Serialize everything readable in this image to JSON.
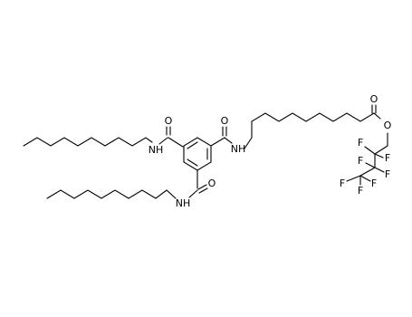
{
  "diagram": {
    "atom_labels": {
      "carbonyl_o_1": "O",
      "amide_nh_1": "NH",
      "carbonyl_o_2": "O",
      "amide_nh_2": "NH",
      "carbonyl_o_3": "O",
      "amide_nh_3": "NH",
      "ester_carbonyl_o": "O",
      "ester_o": "O",
      "fluorine_1": "F",
      "fluorine_2": "F",
      "fluorine_3": "F",
      "fluorine_4": "F",
      "fluorine_5": "F",
      "fluorine_6": "F",
      "fluorine_7": "F"
    }
  }
}
